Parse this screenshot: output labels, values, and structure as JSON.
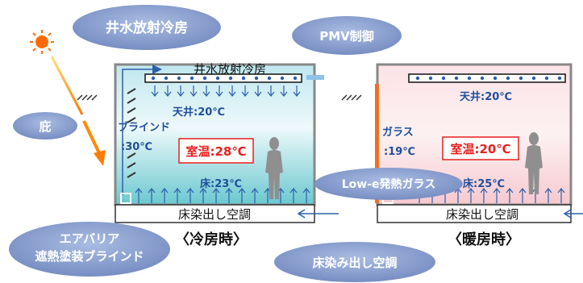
{
  "bubbles": {
    "well_water": "井水放射冷房",
    "pmv": "PMV制御",
    "eaves": "庇",
    "lowe": "Low-e発熱ガラス",
    "air_barrier_line1": "エアバリア",
    "air_barrier_line2": "遮熱塗装ブラインド",
    "floor_ac": "床染み出し空調"
  },
  "cooling": {
    "ceiling_panel_label": "井水放射冷房",
    "ceiling_temp": "天井:20℃",
    "blind_label": "ブラインド",
    "blind_temp": ":30℃",
    "room_temp": "室温:28℃",
    "floor_temp": "床:23℃",
    "floor_band": "床染出し空調",
    "caption": "〈冷房時〉"
  },
  "heating": {
    "ceiling_temp": "天井:20℃",
    "glass_label": "ガラス",
    "glass_temp": ":19℃",
    "room_temp": "室温:20℃",
    "floor_temp": "床:25℃",
    "floor_band": "床染出し空調",
    "caption": "〈暖房時〉"
  },
  "colors": {
    "bubble": "#7f96c8",
    "text_blue": "#1f4e9c",
    "accent_red": "#e8201f",
    "sun": "#ff7a00",
    "glass_orange": "#f07020"
  }
}
